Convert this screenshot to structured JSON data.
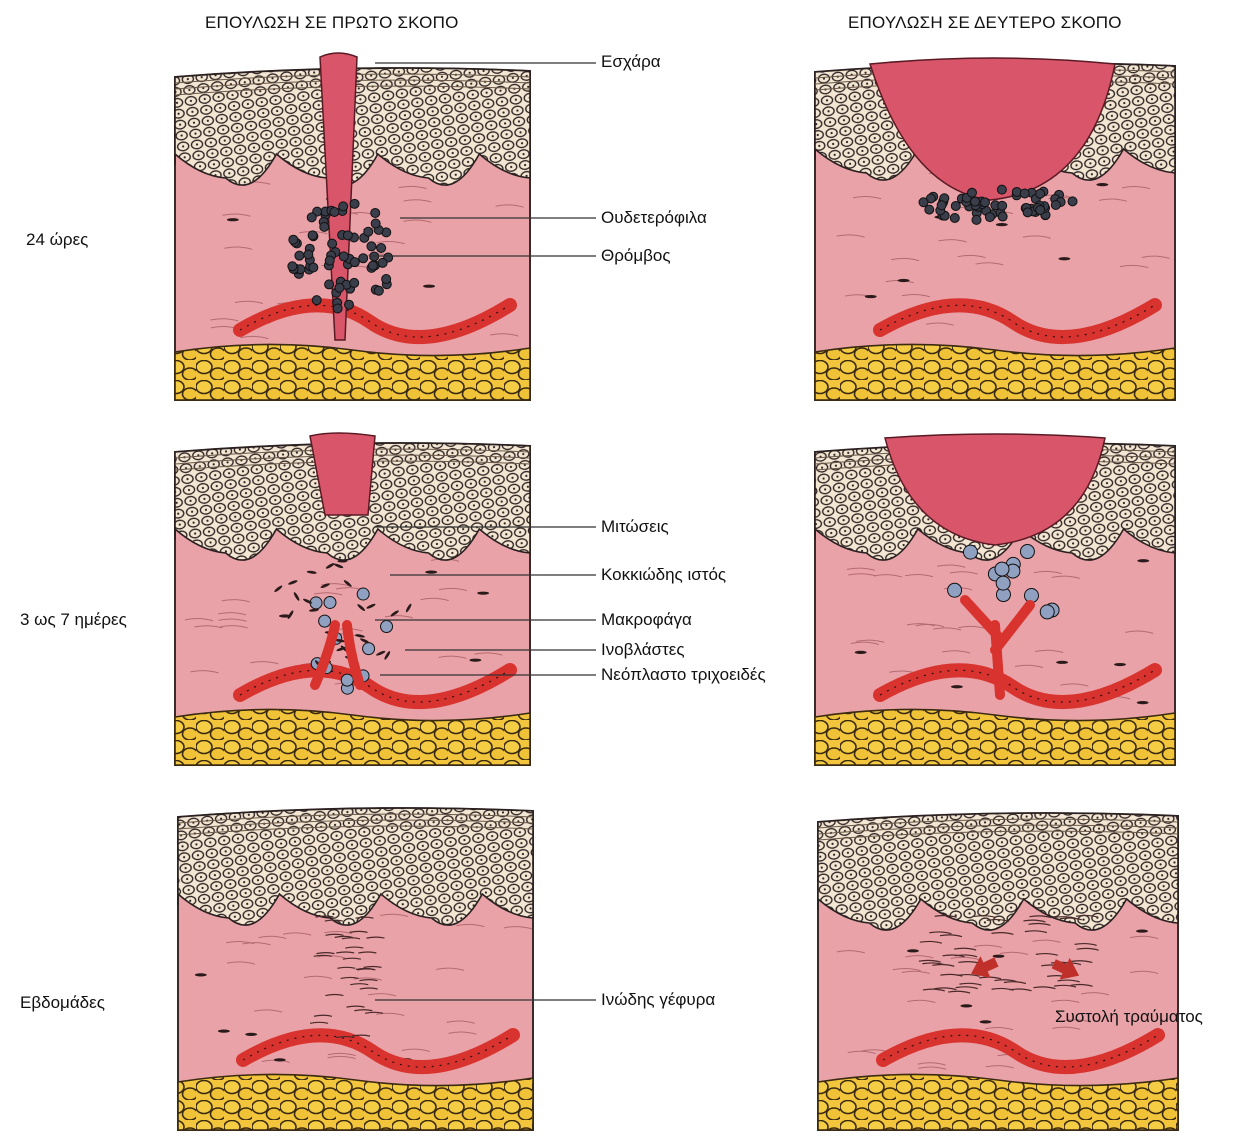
{
  "headers": {
    "primary": "ΕΠΟΥΛΩΣΗ ΣΕ ΠΡΩΤΟ ΣΚΟΠΟ",
    "secondary": "ΕΠΟΥΛΩΣΗ ΣΕ ΔΕΥΤΕΡΟ ΣΚΟΠΟ"
  },
  "stages": [
    "24 ώρες",
    "3 ως 7 ημέρες",
    "Εβδομάδες"
  ],
  "labels": {
    "eschar": "Εσχάρα",
    "neutrophils": "Ουδετερόφιλα",
    "clot": "Θρόμβος",
    "mitoses": "Μιτώσεις",
    "granulation": "Κοκκιώδης ιστός",
    "macrophages": "Μακροφάγα",
    "fibroblasts": "Ινοβλάστες",
    "capillary": "Νεόπλαστο τριχοειδές",
    "fibrous_bridge": "Ινώδης γέφυρα",
    "contraction": "Συστολή τραύματος"
  },
  "colors": {
    "dermis": "#e9a3a8",
    "epidermis": "#f3e3cf",
    "cell_outline": "#2a2020",
    "wound": "#d9556a",
    "vessel": "#d8332f",
    "fat": "#f2c53c",
    "neutrophil": "#3a3d4a",
    "arrow": "#c0302a"
  }
}
